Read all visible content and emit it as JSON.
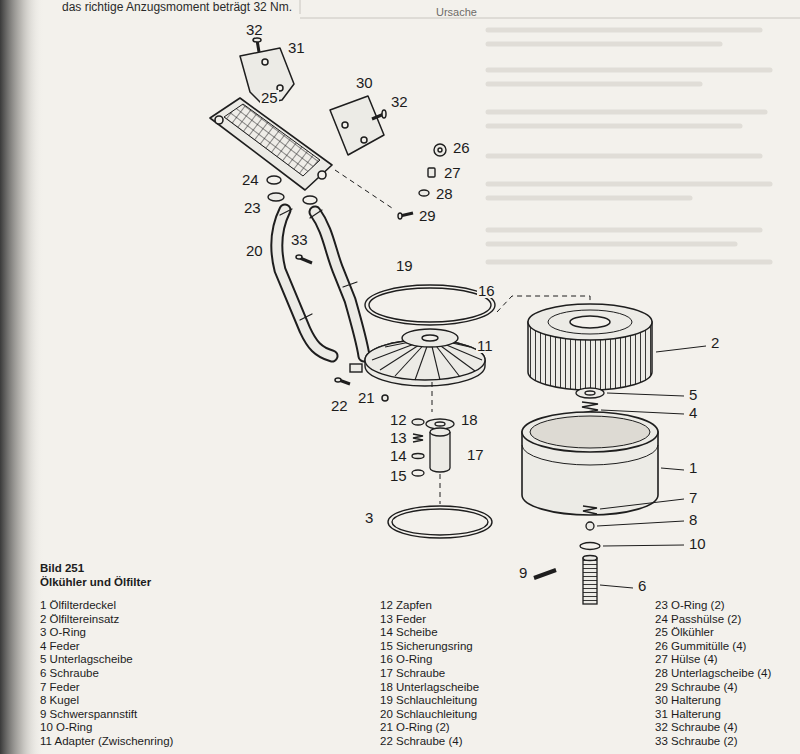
{
  "diagram": {
    "title": "Bild 251",
    "caption": "Ölkühler und Ölfilter",
    "labels": [
      "das richtige Anzugsmoment beträgt 32 Nm.",
      "Ursache",
      "32",
      "31",
      "25",
      "30",
      "32",
      "26",
      "27",
      "28",
      "29",
      "24",
      "23",
      "20",
      "33",
      "19",
      "16",
      "11",
      "2",
      "5",
      "4",
      "1",
      "21",
      "22",
      "12",
      "13",
      "14",
      "15",
      "18",
      "17",
      "3",
      "7",
      "8",
      "10",
      "9",
      "6",
      "1 Ölfilterdeckel",
      "2 Ölfiltereinsatz",
      "3 O-Ring",
      "4 Feder",
      "5 Unterlagscheibe",
      "6 Schraube",
      "7 Feder",
      "8 Kugel",
      "9 Schwerspannstift",
      "10 O-Ring",
      "11 Adapter (Zwischenring)",
      "12 Zapfen",
      "13 Feder",
      "14 Scheibe",
      "15 Sicherungsring",
      "16 O-Ring",
      "17 Schraube",
      "18 Unterlagscheibe",
      "19 Schlauchleitung",
      "20 Schlauchleitung",
      "21 O-Ring (2)",
      "22 Schraube (4)",
      "23 O-Ring (2)",
      "24 Passhülse (2)",
      "25 Ölkühler",
      "26 Gummitülle (4)",
      "27 Hülse (4)",
      "28 Unterlagscheibe (4)",
      "29 Schraube (4)",
      "30 Halterung",
      "31 Halterung",
      "32 Schraube (4)",
      "33 Schraube (2)"
    ]
  }
}
